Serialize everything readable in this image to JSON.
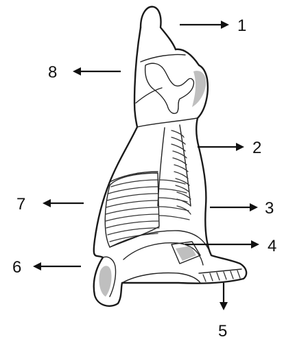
{
  "labels": [
    {
      "id": "1",
      "text": "1"
    },
    {
      "id": "2",
      "text": "2"
    },
    {
      "id": "3",
      "text": "3"
    },
    {
      "id": "4",
      "text": "4"
    },
    {
      "id": "5",
      "text": "5"
    },
    {
      "id": "6",
      "text": "6"
    },
    {
      "id": "7",
      "text": "7"
    },
    {
      "id": "8",
      "text": "8"
    }
  ]
}
